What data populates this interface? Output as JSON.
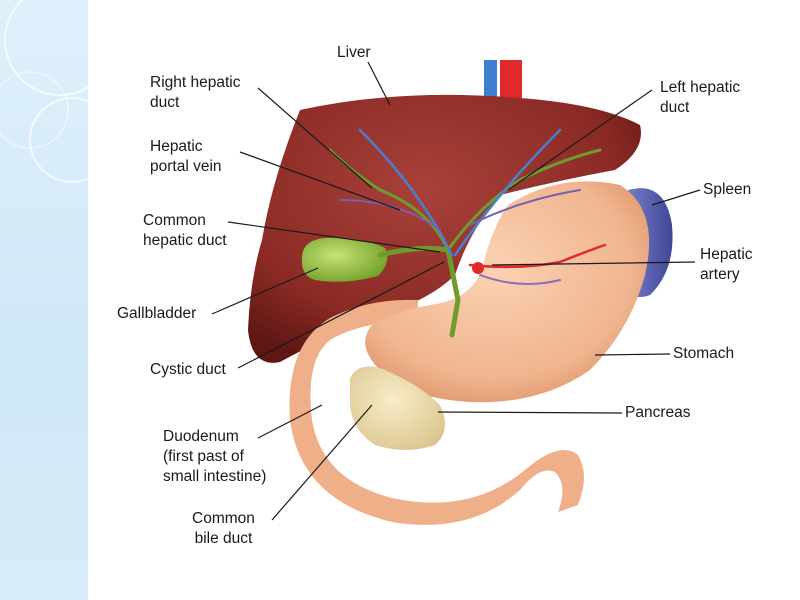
{
  "labels": {
    "liver": [
      "Liver"
    ],
    "right_hepatic_duct": [
      "Right hepatic",
      "duct"
    ],
    "hepatic_portal_vein": [
      "Hepatic",
      "portal vein"
    ],
    "common_hepatic_duct": [
      "Common",
      "hepatic duct"
    ],
    "gallbladder": [
      "Gallbladder"
    ],
    "cystic_duct": [
      "Cystic duct"
    ],
    "duodenum": [
      "Duodenum",
      "(first past of",
      "small intestine)"
    ],
    "common_bile_duct": [
      "Common",
      "bile duct"
    ],
    "left_hepatic_duct": [
      "Left hepatic",
      "duct"
    ],
    "spleen": [
      "Spleen"
    ],
    "hepatic_artery": [
      "Hepatic",
      "artery"
    ],
    "stomach": [
      "Stomach"
    ],
    "pancreas": [
      "Pancreas"
    ]
  },
  "colors": {
    "liver": "#8b2a25",
    "stomach": "#f0b58e",
    "gallbladder": "#7fb52e",
    "spleen": "#5a64b8",
    "pancreas": "#ecdcb0",
    "artery": "#e02a2a",
    "vein": "#3f7fd0",
    "sidebar": "#d3eaf7"
  }
}
